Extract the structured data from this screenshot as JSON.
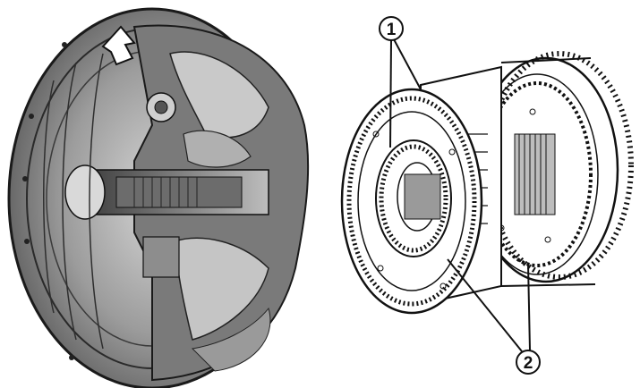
{
  "figure": {
    "left_panel": {
      "icon": "torque-converter-cutaway-photo"
    },
    "right_panel": {
      "icon": "planetary-gear-set-drawing",
      "callouts": [
        {
          "label": "1"
        },
        {
          "label": "2"
        }
      ]
    }
  },
  "colors": {
    "background": "#ffffff",
    "ink": "#111111",
    "photo_gray": "#8a8a8a"
  }
}
